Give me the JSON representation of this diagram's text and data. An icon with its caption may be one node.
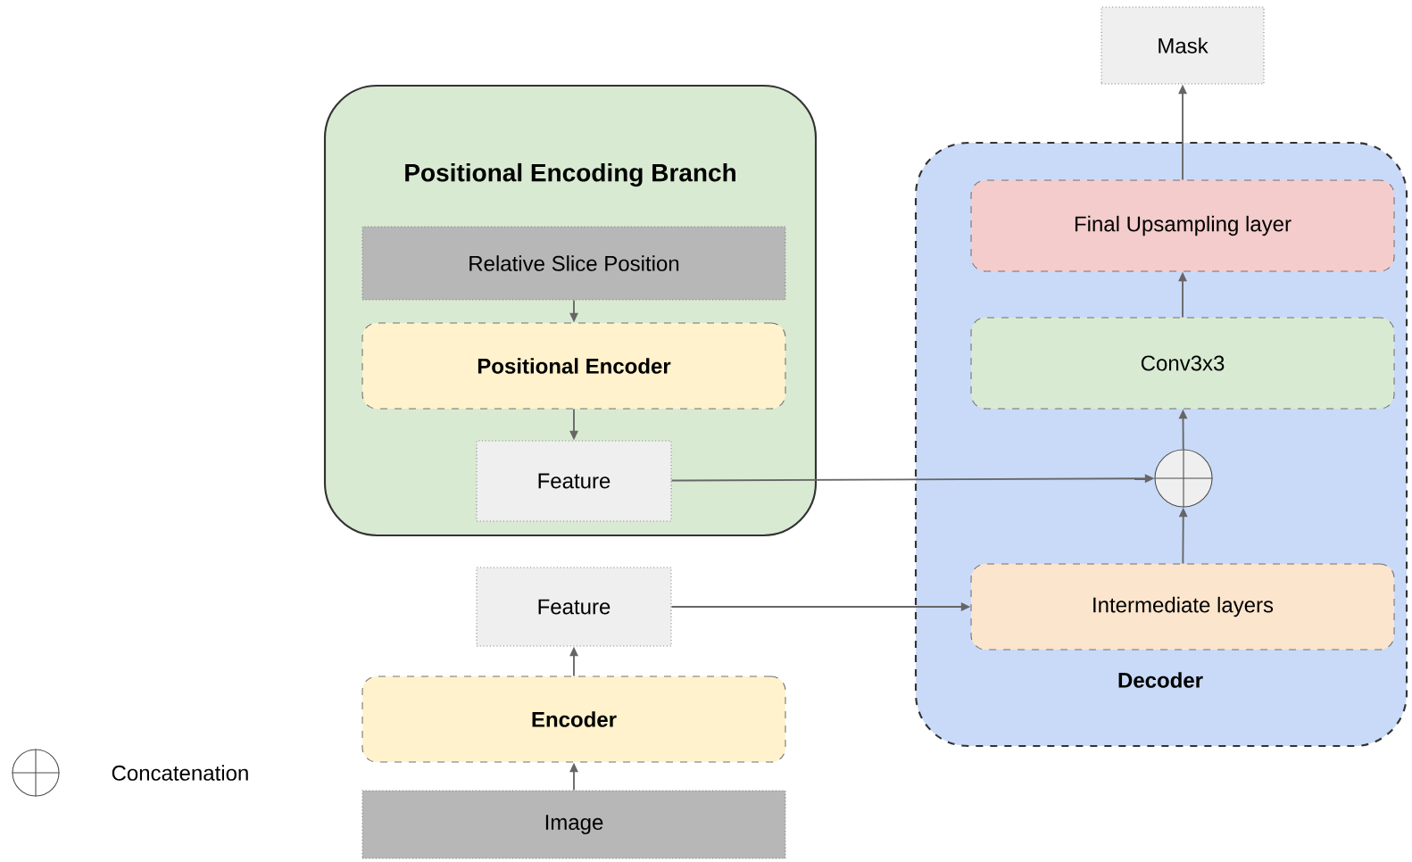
{
  "diagram": {
    "nodes": [
      {
        "text": [
          "Positional Encoding Branch"
        ]
      },
      {
        "text": [
          "Relative Slice Position"
        ],
        "in": 0
      },
      {
        "text": [
          "**Positional Encoder**"
        ],
        "in": 0
      },
      {
        "text": [
          "Feature"
        ],
        "in": 0
      },
      {
        "text": [
          "Decoder"
        ]
      },
      {
        "text": [
          "Final Upsampling layer"
        ],
        "in": 4
      },
      {
        "text": [
          "Conv3x3"
        ],
        "in": 4
      },
      {
        "text": [],
        "shape": "circle",
        "in": 4
      },
      {
        "text": [
          "Intermediate layers"
        ],
        "in": 4
      },
      {
        "text": [
          "Mask"
        ]
      },
      {
        "text": [
          "Feature"
        ]
      },
      {
        "text": [
          "**Encoder**"
        ]
      },
      {
        "text": [
          "Image"
        ]
      }
    ],
    "edges": [
      {
        "from": 1,
        "to": 2,
        "arrow": "to"
      },
      {
        "from": 2,
        "to": 3,
        "arrow": "to"
      },
      {
        "from": 3,
        "to": 7,
        "arrow": "to"
      },
      {
        "from": 8,
        "to": 7,
        "arrow": "to"
      },
      {
        "from": 7,
        "to": 6,
        "arrow": "to"
      },
      {
        "from": 6,
        "to": 5,
        "arrow": "to"
      },
      {
        "from": 5,
        "to": 9,
        "arrow": "to"
      },
      {
        "from": 10,
        "to": 8,
        "arrow": "to"
      },
      {
        "from": 11,
        "to": 10,
        "arrow": "to"
      },
      {
        "from": 12,
        "to": 11,
        "arrow": "to"
      }
    ],
    "legend": [
      {
        "text": "Concatenation"
      }
    ]
  }
}
